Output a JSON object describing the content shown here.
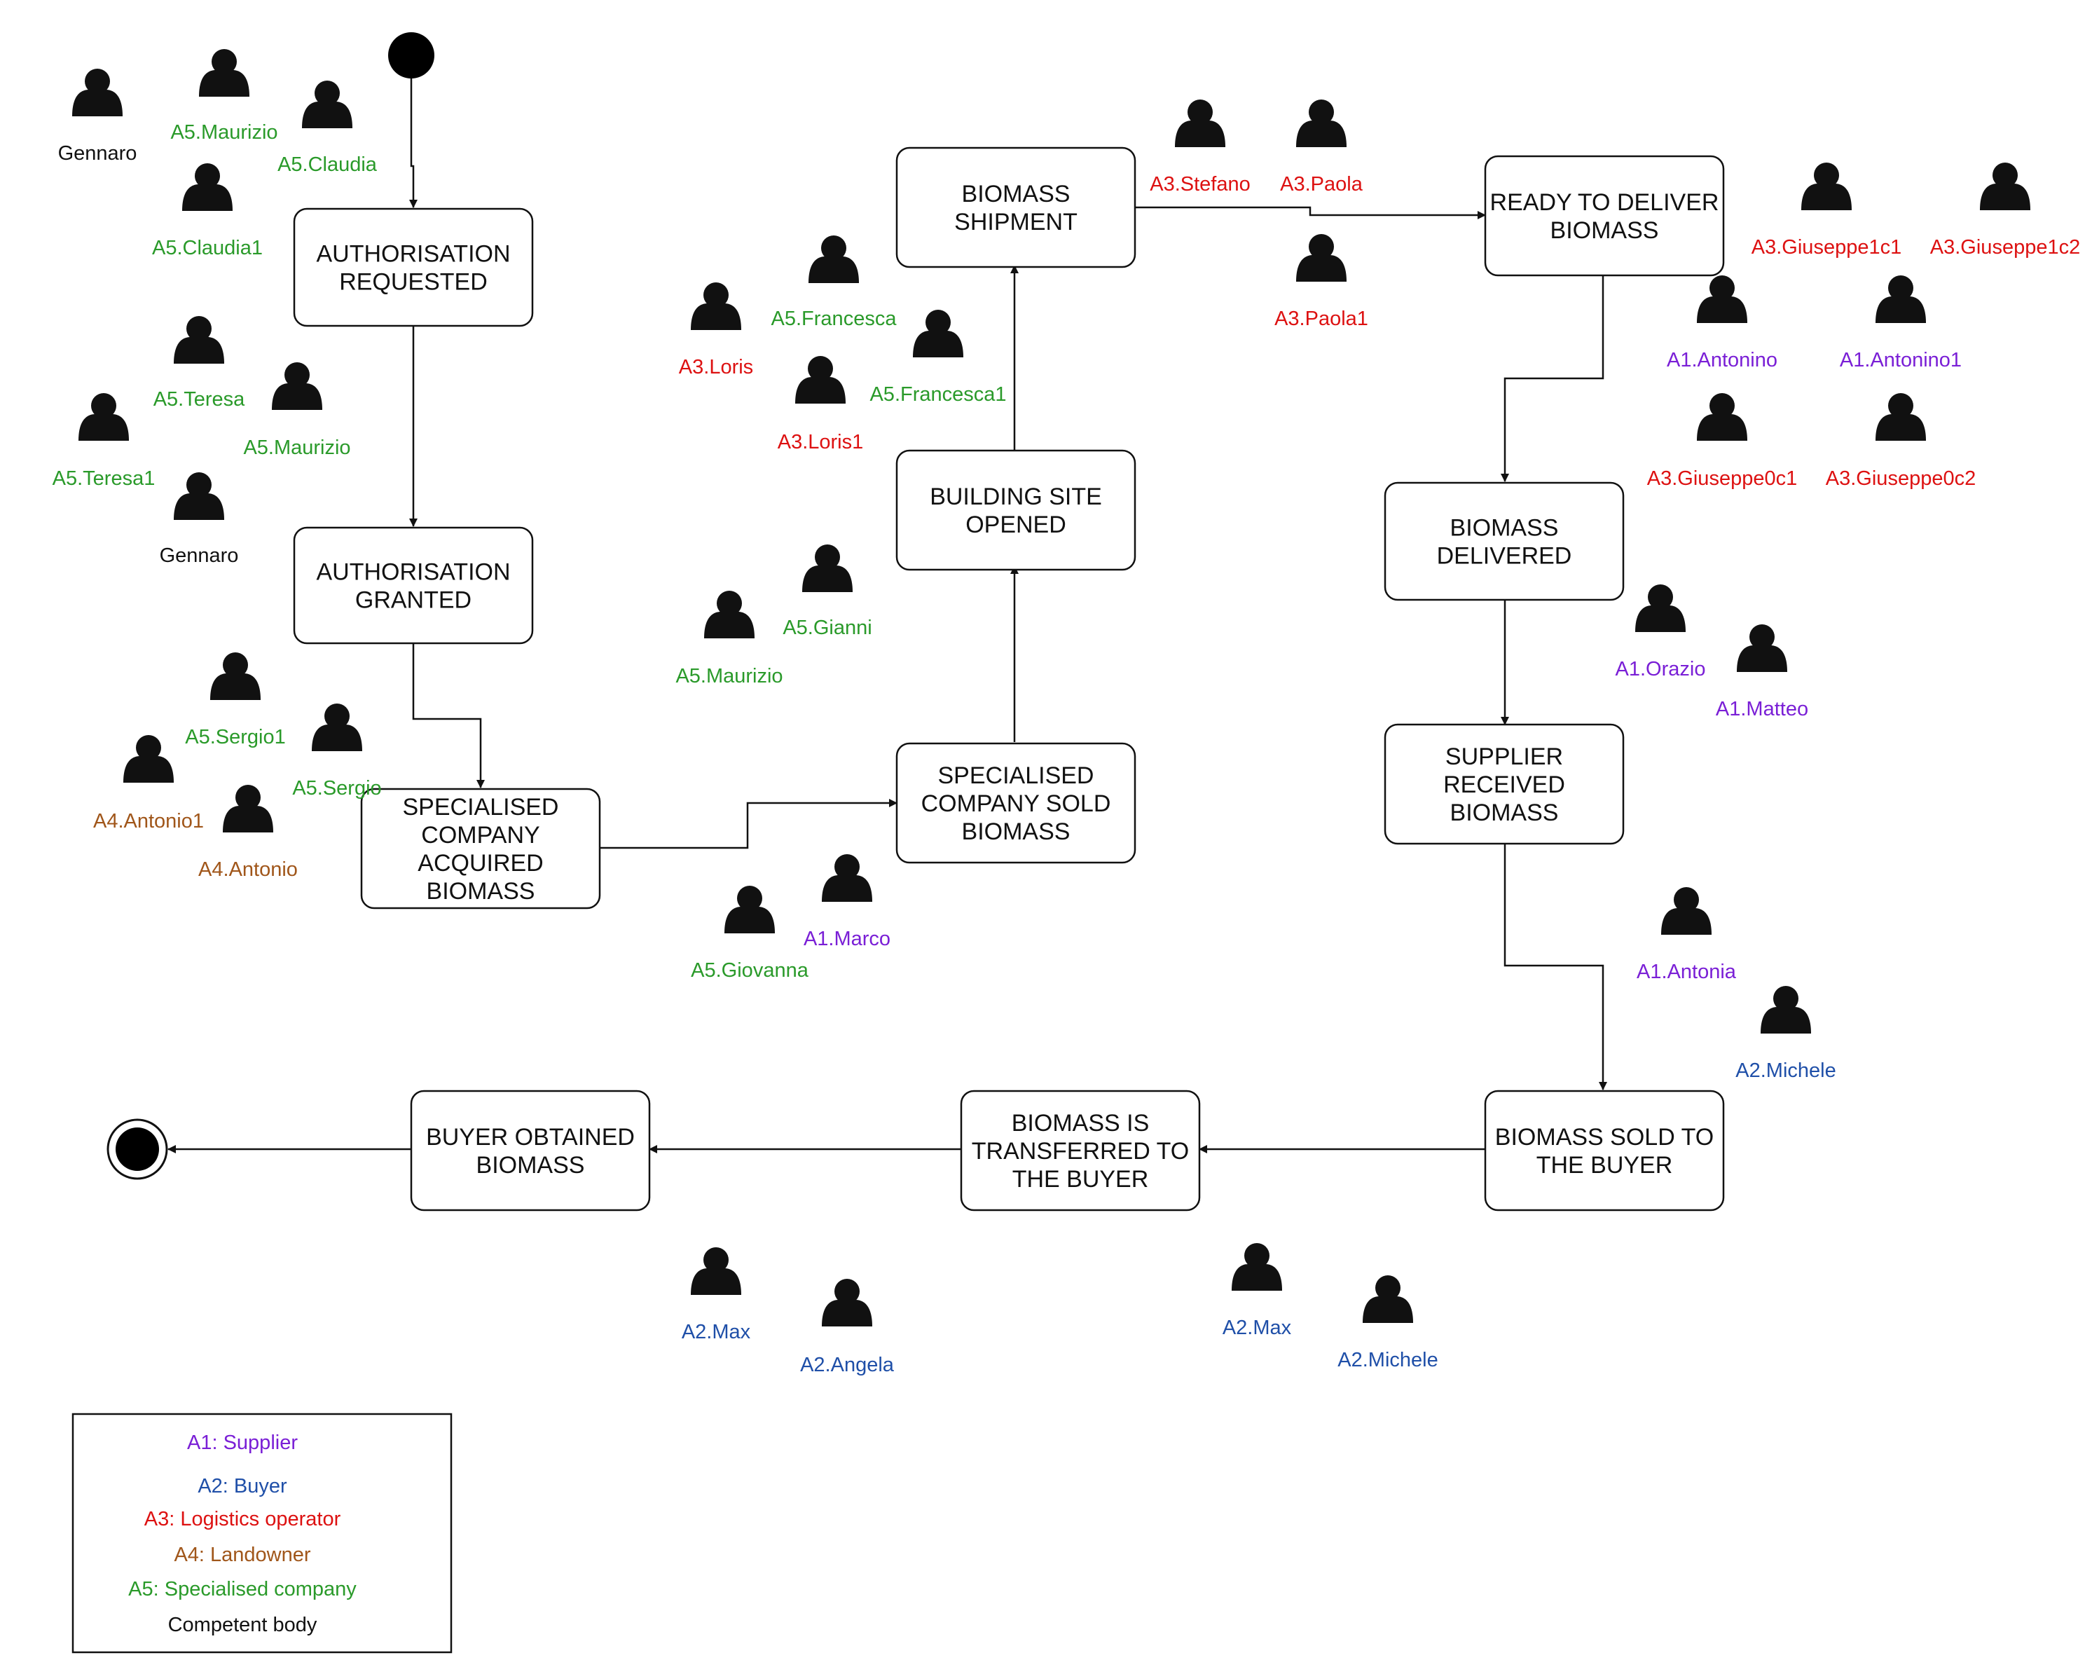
{
  "colors": {
    "A1": "#7a1fd6",
    "A2": "#1f4fa8",
    "A3": "#dd1111",
    "A4": "#a0561a",
    "A5": "#2a9a2a",
    "CB": "#111111",
    "line": "#111111"
  },
  "states": [
    {
      "id": "authorisation-requested",
      "lines": [
        "AUTHORISATION",
        "REQUESTED"
      ]
    },
    {
      "id": "authorisation-granted",
      "lines": [
        "AUTHORISATION",
        "GRANTED"
      ]
    },
    {
      "id": "specialised-company-acquired-biomass",
      "lines": [
        "SPECIALISED",
        "COMPANY",
        "ACQUIRED",
        "BIOMASS"
      ]
    },
    {
      "id": "specialised-company-sold-biomass",
      "lines": [
        "SPECIALISED",
        "COMPANY SOLD",
        "BIOMASS"
      ]
    },
    {
      "id": "building-site-opened",
      "lines": [
        "BUILDING SITE",
        "OPENED"
      ]
    },
    {
      "id": "biomass-shipment",
      "lines": [
        "BIOMASS",
        "SHIPMENT"
      ]
    },
    {
      "id": "ready-to-deliver-biomass",
      "lines": [
        "READY TO DELIVER",
        "BIOMASS"
      ]
    },
    {
      "id": "biomass-delivered",
      "lines": [
        "BIOMASS",
        "DELIVERED"
      ]
    },
    {
      "id": "supplier-received-biomass",
      "lines": [
        "SUPPLIER",
        "RECEIVED",
        "BIOMASS"
      ]
    },
    {
      "id": "biomass-sold-to-the-buyer",
      "lines": [
        "BIOMASS SOLD TO",
        "THE BUYER"
      ]
    },
    {
      "id": "biomass-is-transferred-to-the-buyer",
      "lines": [
        "BIOMASS IS",
        "TRANSFERRED TO",
        "THE BUYER"
      ]
    },
    {
      "id": "buyer-obtained-biomass",
      "lines": [
        "BUYER OBTAINED",
        "BIOMASS"
      ]
    }
  ],
  "actors": [
    {
      "label": "Gennaro",
      "role": "CB"
    },
    {
      "label": "A5.Maurizio",
      "role": "A5"
    },
    {
      "label": "A5.Claudia",
      "role": "A5"
    },
    {
      "label": "A5.Claudia1",
      "role": "A5"
    },
    {
      "label": "A5.Teresa",
      "role": "A5"
    },
    {
      "label": "A5.Maurizio",
      "role": "A5"
    },
    {
      "label": "A5.Teresa1",
      "role": "A5"
    },
    {
      "label": "Gennaro",
      "role": "CB"
    },
    {
      "label": "A5.Sergio1",
      "role": "A5"
    },
    {
      "label": "A5.Sergio",
      "role": "A5"
    },
    {
      "label": "A4.Antonio1",
      "role": "A4"
    },
    {
      "label": "A4.Antonio",
      "role": "A4"
    },
    {
      "label": "A5.Francesca",
      "role": "A5"
    },
    {
      "label": "A3.Loris",
      "role": "A3"
    },
    {
      "label": "A5.Francesca1",
      "role": "A5"
    },
    {
      "label": "A3.Loris1",
      "role": "A3"
    },
    {
      "label": "A5.Gianni",
      "role": "A5"
    },
    {
      "label": "A5.Maurizio",
      "role": "A5"
    },
    {
      "label": "A1.Marco",
      "role": "A1"
    },
    {
      "label": "A5.Giovanna",
      "role": "A5"
    },
    {
      "label": "A3.Stefano",
      "role": "A3"
    },
    {
      "label": "A3.Paola",
      "role": "A3"
    },
    {
      "label": "A3.Paola1",
      "role": "A3"
    },
    {
      "label": "A3.Giuseppe1c1",
      "role": "A3"
    },
    {
      "label": "A3.Giuseppe1c2",
      "role": "A3"
    },
    {
      "label": "A1.Antonino",
      "role": "A1"
    },
    {
      "label": "A1.Antonino1",
      "role": "A1"
    },
    {
      "label": "A3.Giuseppe0c1",
      "role": "A3"
    },
    {
      "label": "A3.Giuseppe0c2",
      "role": "A3"
    },
    {
      "label": "A1.Orazio",
      "role": "A1"
    },
    {
      "label": "A1.Matteo",
      "role": "A1"
    },
    {
      "label": "A1.Antonia",
      "role": "A1"
    },
    {
      "label": "A2.Michele",
      "role": "A2"
    },
    {
      "label": "A2.Max",
      "role": "A2"
    },
    {
      "label": "A2.Angela",
      "role": "A2"
    },
    {
      "label": "A2.Max",
      "role": "A2"
    },
    {
      "label": "A2.Michele",
      "role": "A2"
    }
  ],
  "legend": [
    {
      "text": "A1: Supplier",
      "role": "A1"
    },
    {
      "text": "A2: Buyer",
      "role": "A2"
    },
    {
      "text": "A3: Logistics operator",
      "role": "A3"
    },
    {
      "text": "A4: Landowner",
      "role": "A4"
    },
    {
      "text": "A5: Specialised company",
      "role": "A5"
    },
    {
      "text": "Competent body",
      "role": "CB"
    }
  ]
}
